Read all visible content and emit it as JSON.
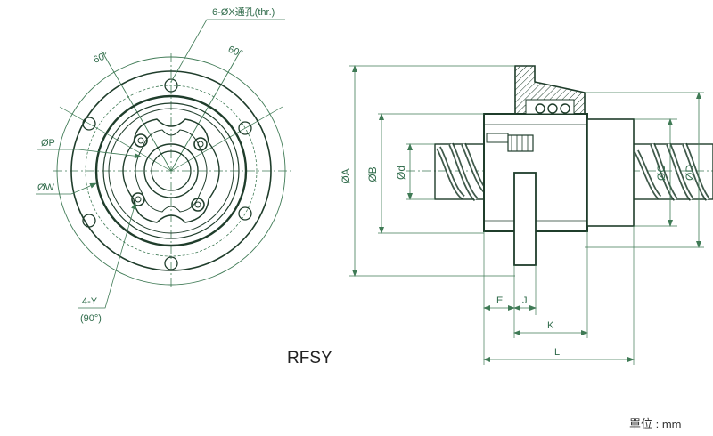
{
  "title": "RFSY",
  "unit_label": "單位 : mm",
  "front_view": {
    "hole_note": "6-ØX通孔(thr.)",
    "angle_left": "60°",
    "angle_right": "60°",
    "dia_p": "ØP",
    "dia_w": "ØW",
    "oil_note": "4-Y",
    "oil_angle": "(90°)"
  },
  "side_view": {
    "dia_a": "ØA",
    "dia_b": "ØB",
    "dia_d_small": "Ød",
    "dia_c": "ØC",
    "dia_d": "ØD",
    "dim_e": "E",
    "dim_j": "J",
    "dim_k": "K",
    "dim_l": "L"
  },
  "colors": {
    "line": "#1f3d2b",
    "dim": "#3f7a55",
    "text": "#2f6b4a"
  }
}
